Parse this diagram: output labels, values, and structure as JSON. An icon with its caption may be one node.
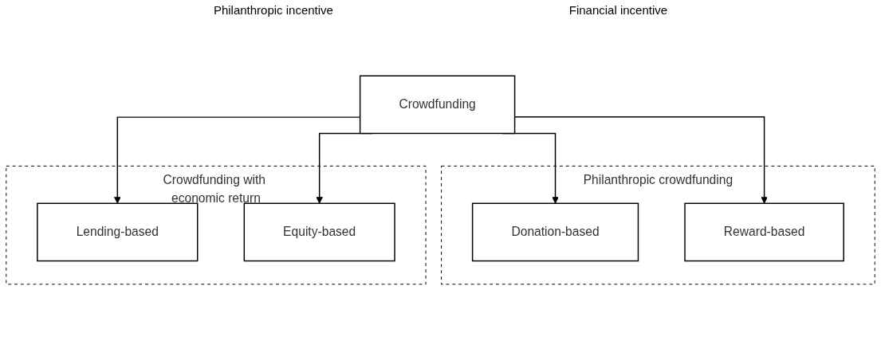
{
  "diagram": {
    "nodes": [
      {
        "text": [
          "Crowdfunding"
        ]
      },
      {
        "text": [
          "Philanthropic crowdfunding"
        ]
      },
      {
        "text": [
          "Donation-based"
        ],
        "in": 1
      },
      {
        "text": [
          "Reward-based"
        ],
        "in": 1
      },
      {
        "text": [
          "Crowdfunding with economic return"
        ]
      },
      {
        "text": [
          "Lending-based"
        ],
        "in": 4
      },
      {
        "text": [
          "Equity-based"
        ],
        "in": 4
      }
    ],
    "edges": [
      {
        "from": 0,
        "to": 2,
        "arrow": "to"
      },
      {
        "from": 0,
        "to": 3,
        "arrow": "to"
      },
      {
        "from": 0,
        "to": 5,
        "arrow": "to"
      },
      {
        "from": 0,
        "to": 6,
        "arrow": "to"
      }
    ],
    "labels": [
      "Philanthropic incentive",
      "Financial incentive"
    ]
  }
}
